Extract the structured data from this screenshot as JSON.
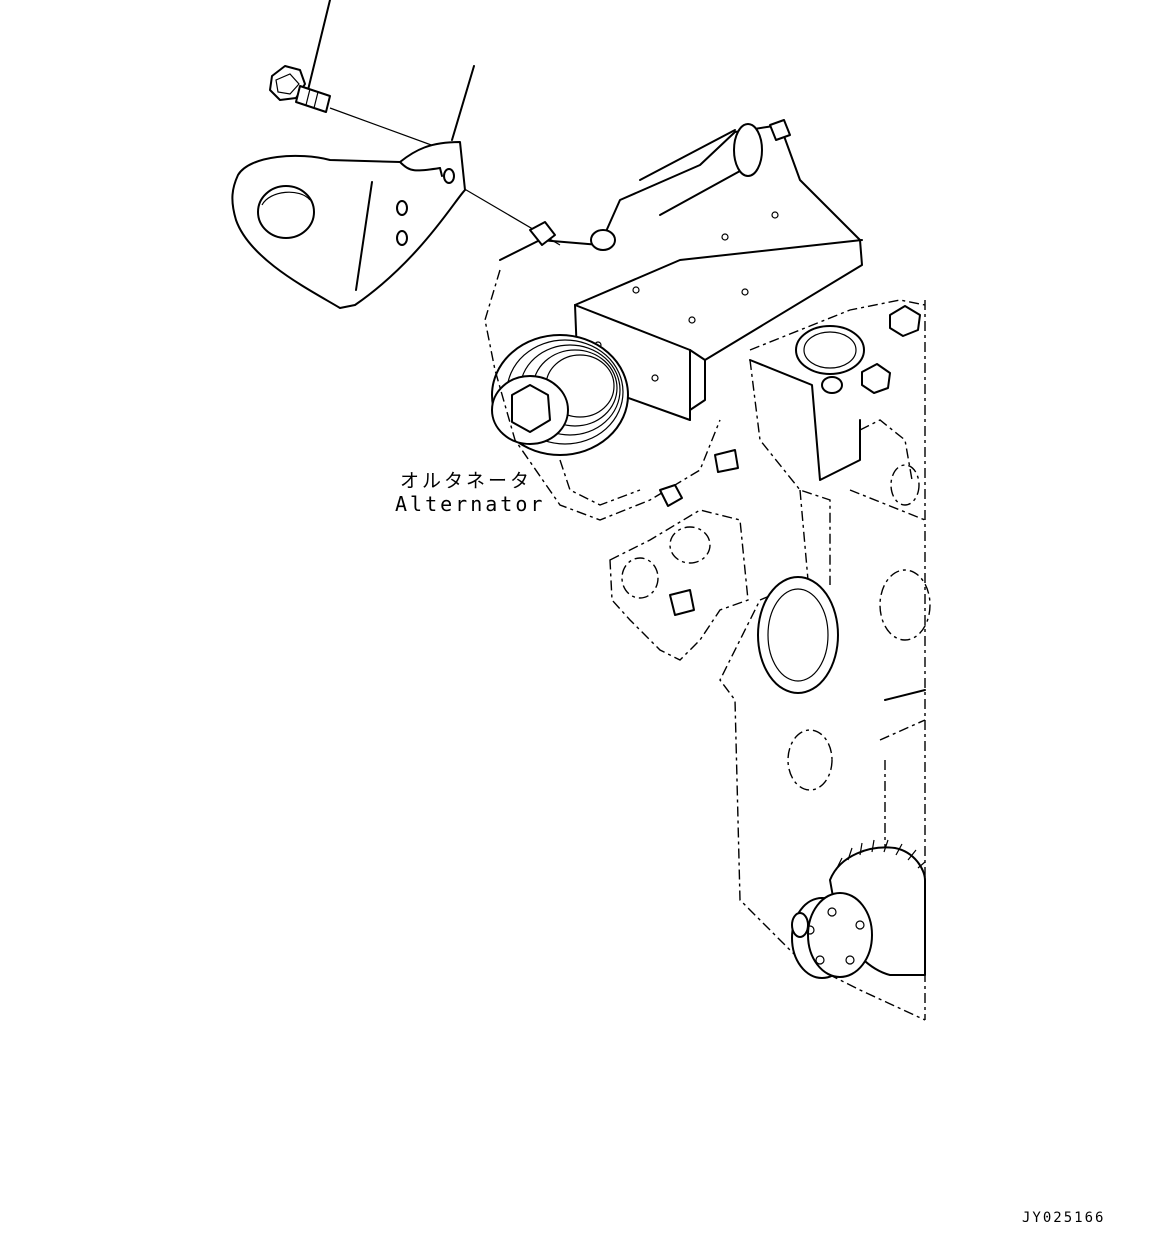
{
  "labels": {
    "alternator_jp": "オルタネータ",
    "alternator_en": "Alternator"
  },
  "drawing_id": "JY025166"
}
